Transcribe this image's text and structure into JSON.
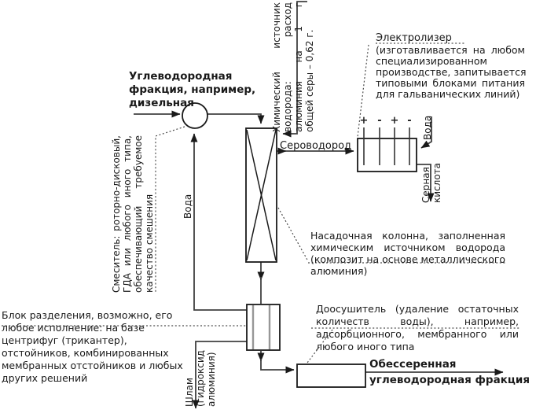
{
  "colors": {
    "line": "#404040",
    "box_stroke": "#1a1a1a",
    "separator_internal": "#979797",
    "dotted": "#4d4d4d",
    "text": "#1a1a1a"
  },
  "diagram": {
    "feed_title": {
      "lines": [
        "Углеводородная",
        "фракция,  например,",
        "дизельная"
      ]
    },
    "chem_source": {
      "lines": [
        "Химический источник",
        "водорода: расход",
        "алюминия на 1 г",
        "общей серы – 0,62 г."
      ]
    },
    "h2s_label": "Сероводород",
    "electrolyzer": {
      "title": "Электролизер",
      "note_lines": [
        "(изготавливается на любом",
        "специализированном",
        "производстве, запитывается",
        "типовыми блоками питания",
        "для гальванических линий)"
      ],
      "polarity": [
        "+",
        "-",
        "+",
        "-"
      ],
      "water_label": "Вода",
      "acid_label": {
        "lines": [
          "Серная",
          "кислота"
        ]
      }
    },
    "column_note": {
      "lines": [
        "Насадочная колонна, заполненная",
        "химическим источником водорода",
        "(композит на основе металлического",
        "алюминия)"
      ]
    },
    "mixer_note": {
      "lines": [
        "Смеситель: роторно-дисковый,",
        "ГДА или любого иного типа,",
        "обеспечивающий требуемое",
        "качество смешения"
      ]
    },
    "water_recycle_label": "Вода",
    "separator_note": {
      "lines": [
        "Блок разделения, возможно, его",
        "любое исполнение: на базе",
        "центрифуг (трикантер),",
        "отстойников, комбинированных",
        "мембранных отстойников и любых",
        "других решений"
      ]
    },
    "sludge_label": {
      "lines": [
        "Шлам",
        "(гидроксид",
        "алюминия)"
      ]
    },
    "drier_note": {
      "lines": [
        "Доосушитель (удаление остаточных",
        "количеств  воды),  например,",
        "адсорбционного, мембранного или",
        "любого иного типа"
      ]
    },
    "output_title": {
      "lines": [
        "Обессеренная",
        "углеводородная фракция"
      ]
    }
  }
}
